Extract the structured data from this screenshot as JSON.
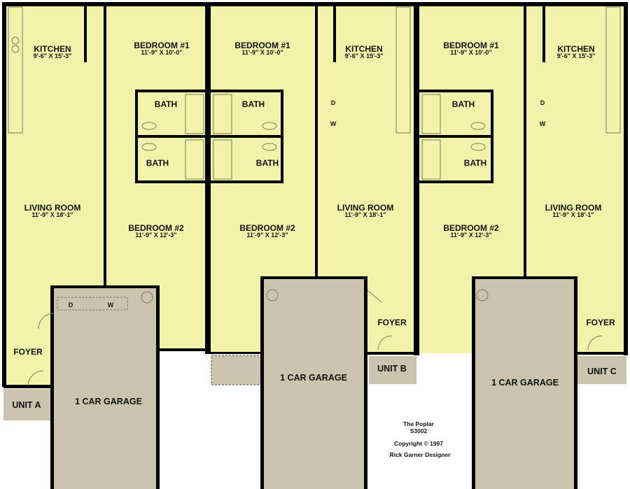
{
  "colors": {
    "floor": "#f2f2aa",
    "garage": "#cbc3ad",
    "wall": "#000000"
  },
  "units": [
    {
      "rooms": {
        "kitchen": {
          "name": "KITCHEN",
          "dim": "9'-6\" X 15'-3\""
        },
        "bedroom1": {
          "name": "BEDROOM #1",
          "dim": "11'-9\" X 10'-0\""
        },
        "bath1": "BATH",
        "bath2": "BATH",
        "living": {
          "name": "LIVING ROOM",
          "dim": "11'-9\" X 18'-1\""
        },
        "bedroom2": {
          "name": "BEDROOM #2",
          "dim": "11'-9\" X 12'-3\""
        },
        "foyer": "FOYER",
        "garage": "1 CAR GARAGE",
        "dryer": "D",
        "washer": "W"
      },
      "label": "UNIT A"
    },
    {
      "rooms": {
        "kitchen": {
          "name": "KITCHEN",
          "dim": "9'-6\" X 15'-3\""
        },
        "bedroom1": {
          "name": "BEDROOM #1",
          "dim": "11'-9\" X 10'-0\""
        },
        "bath1": "BATH",
        "bath2": "BATH",
        "living": {
          "name": "LIVING ROOM",
          "dim": "11'-9\" X 18'-1\""
        },
        "bedroom2": {
          "name": "BEDROOM #2",
          "dim": "11'-9\" X 12'-3\""
        },
        "foyer": "FOYER",
        "garage": "1 CAR GARAGE",
        "dryer": "D",
        "washer": "W"
      },
      "label": "UNIT B"
    },
    {
      "rooms": {
        "kitchen": {
          "name": "KITCHEN",
          "dim": "9'-6\" X 15'-3\""
        },
        "bedroom1": {
          "name": "BEDROOM #1",
          "dim": "11'-9\" X 10'-0\""
        },
        "bath1": "BATH",
        "bath2": "BATH",
        "living": {
          "name": "LIVING ROOM",
          "dim": "11'-9\" X 18'-1\""
        },
        "bedroom2": {
          "name": "BEDROOM #2",
          "dim": "11'-9\" X 12'-3\""
        },
        "foyer": "FOYER",
        "garage": "1 CAR GARAGE",
        "dryer": "D",
        "washer": "W"
      },
      "label": "UNIT C"
    }
  ],
  "credits": {
    "plan_name": "The Poplar",
    "plan_code": "S3002",
    "copyright": "Copyright ©  1997",
    "designer": "Rick Garner Designer"
  }
}
